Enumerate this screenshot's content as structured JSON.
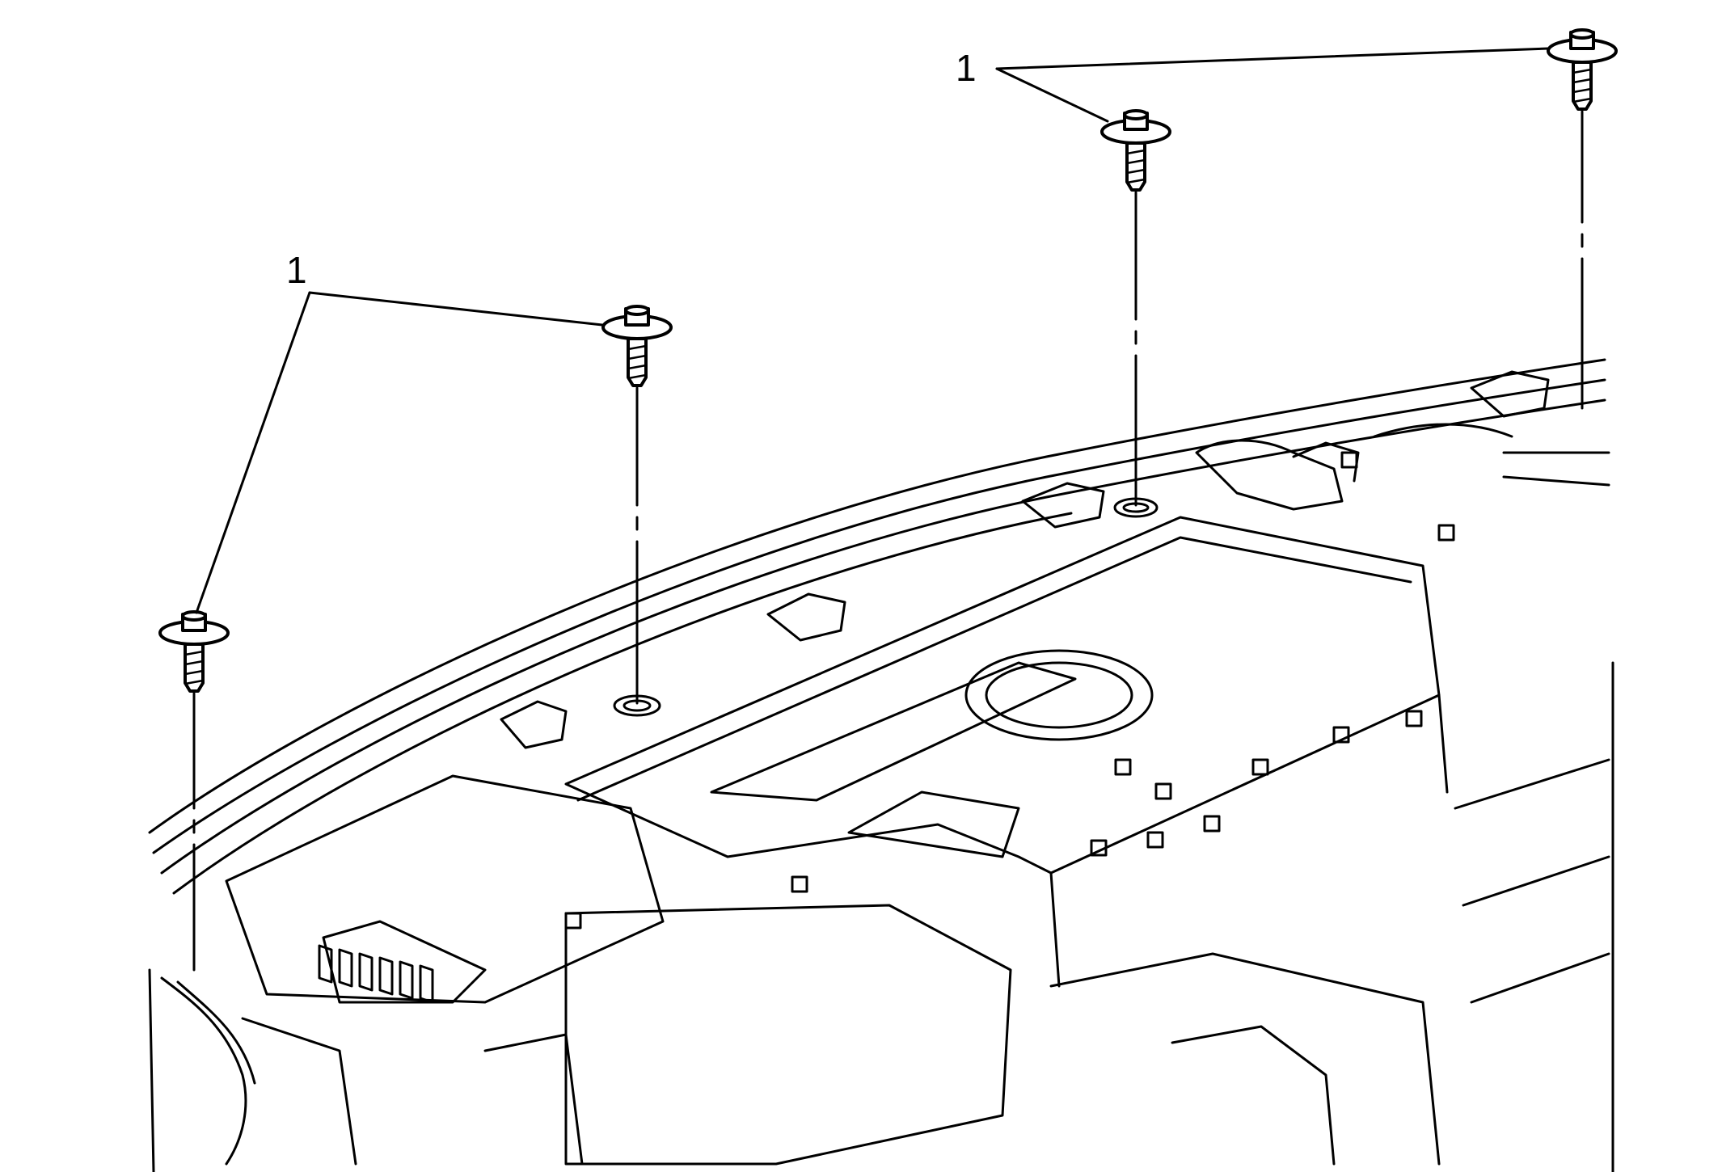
{
  "callouts": [
    {
      "id": "left",
      "number": "1"
    },
    {
      "id": "right",
      "number": "1"
    }
  ],
  "colors": {
    "ink": "#000000",
    "background": "#ffffff"
  }
}
